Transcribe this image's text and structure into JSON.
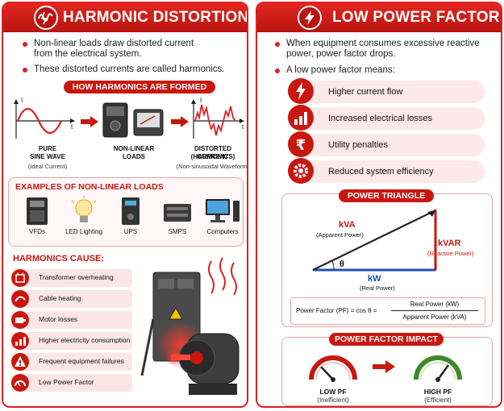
{
  "left": {
    "title": "HARMONIC DISTORTION",
    "bullets": [
      "Non-linear loads draw distorted current from the electrical system.",
      "These distorted currents are called harmonics."
    ],
    "formed_title": "HOW HARMONICS ARE FORMED",
    "pure_wave": {
      "line1": "PURE",
      "line2": "SINE WAVE",
      "sub": "(Ideal Current)",
      "axis_i": "I",
      "axis_t": "t"
    },
    "nonlinear": {
      "line1": "NON-LINEAR",
      "line2": "LOADS"
    },
    "distorted": {
      "line1": "DISTORTED CURRENT",
      "line2": "(HARMONICS)",
      "sub": "(Non-sinusoidal Waveform)",
      "axis_i": "I",
      "axis_t": "t"
    },
    "examples_title": "EXAMPLES OF NON-LINEAR LOADS",
    "loads": [
      "VFDs",
      "LED Lighting",
      "UPS",
      "SMPS",
      "Computers"
    ],
    "causes_title": "HARMONICS CAUSE:",
    "causes": [
      {
        "text": "Transformer overheating",
        "icon": "transformer-icon"
      },
      {
        "text": "Cable heating",
        "icon": "cable-icon"
      },
      {
        "text": "Motor losses",
        "icon": "motor-icon"
      },
      {
        "text": "Higher electricity consumption",
        "icon": "chart-icon"
      },
      {
        "text": "Frequent equipment failures",
        "icon": "warning-icon"
      },
      {
        "text": "Low Power Factor",
        "icon": "gauge-icon"
      }
    ]
  },
  "right": {
    "title": "LOW POWER FACTOR",
    "bullet1": "When equipment consumes excessive reactive power, power factor drops.",
    "bullet2": "A low power factor means:",
    "means": [
      {
        "text": "Higher current flow",
        "icon": "lightning-icon"
      },
      {
        "text": "Increased electrical losses",
        "icon": "chart-icon"
      },
      {
        "text": "Utility penalties",
        "icon": "rupee-icon"
      },
      {
        "text": "Reduced system efficiency",
        "icon": "gear-icon"
      }
    ],
    "triangle_title": "POWER TRIANGLE",
    "kva": "kVA",
    "kva_sub": "(Apparent Power)",
    "kvar": "kVAR",
    "kvar_sub": "(Reactive Power)",
    "kw": "kW",
    "kw_sub": "(Real Power)",
    "theta": "θ",
    "formula_left": "Power Factor (PF) = cos θ =",
    "formula_num": "Real Power (kW)",
    "formula_den": "Apparent Power (kVA)",
    "impact_title": "POWER FACTOR IMPACT",
    "low_pf": {
      "line1": "LOW PF",
      "line2": "(Inefficient)"
    },
    "high_pf": {
      "line1": "HIGH PF",
      "line2": "(Efficient)"
    }
  },
  "colors": {
    "accent": "#c8170f",
    "green": "#3f8a2a"
  }
}
